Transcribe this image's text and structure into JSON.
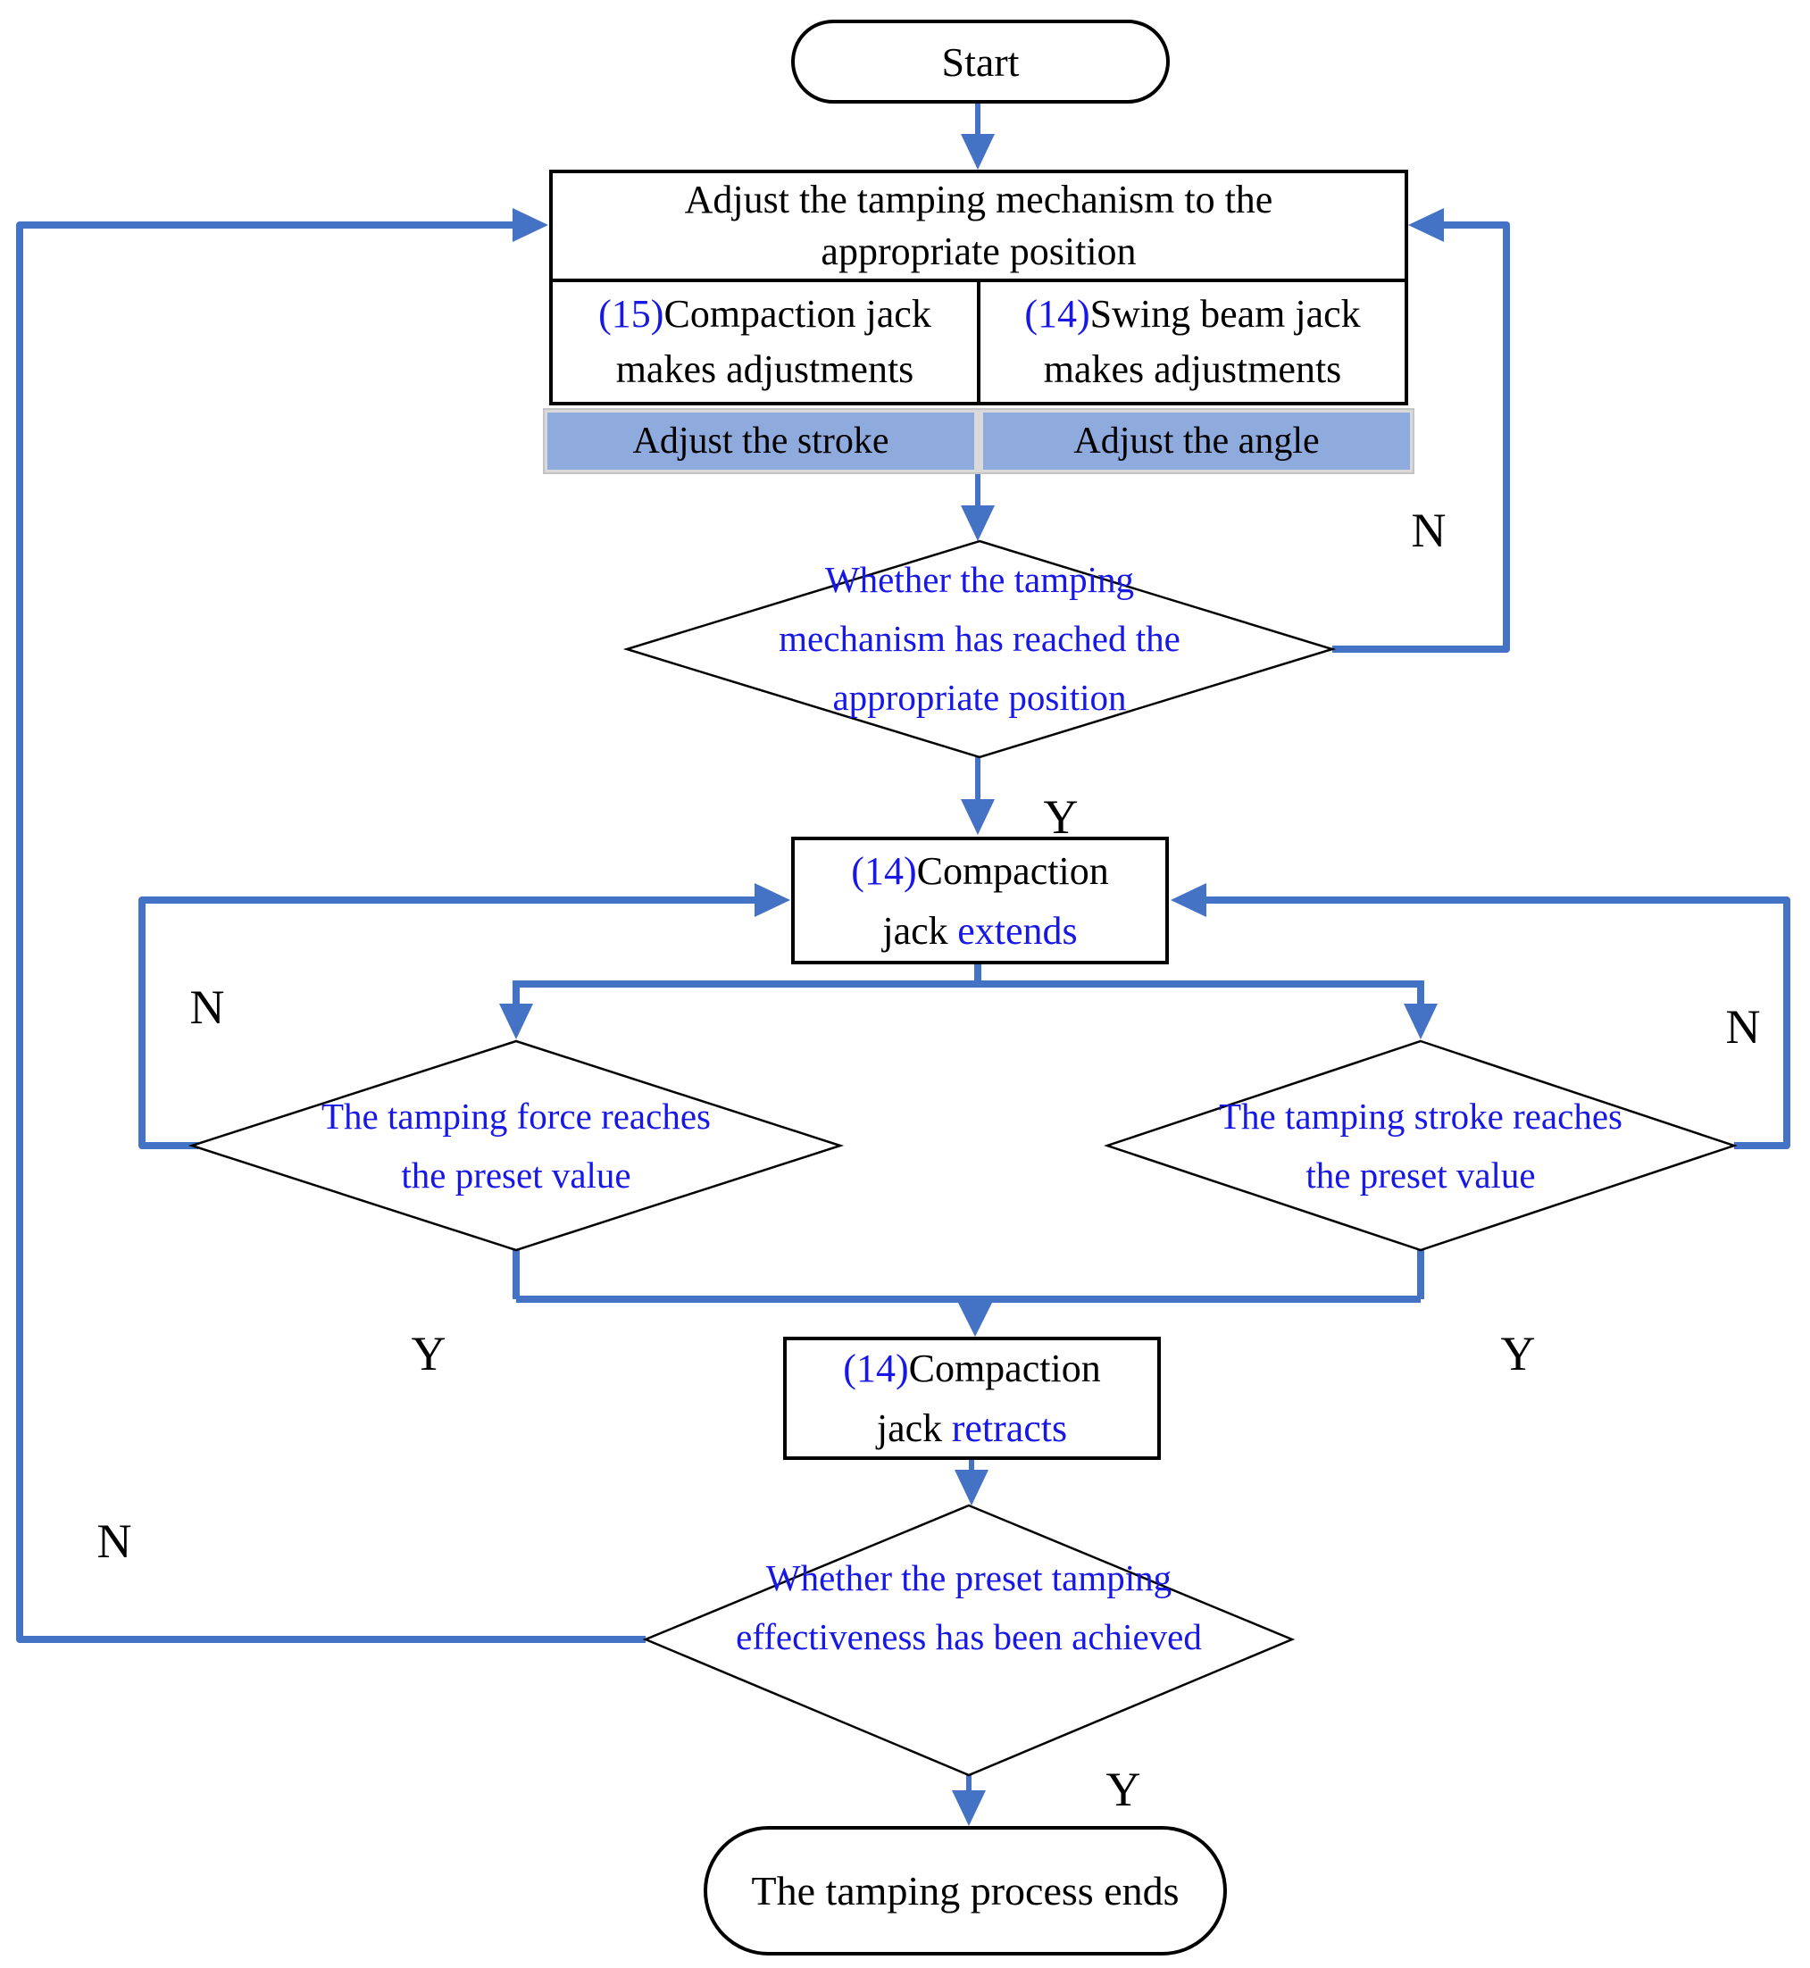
{
  "colors": {
    "connector_blue": "#4472C4",
    "node_border": "#000000",
    "decision_text_blue": "#1717E6",
    "table_shade_fill": "#8FAADC"
  },
  "nodes": {
    "start": {
      "label": "Start"
    },
    "adjust_position": {
      "title_line1": "Adjust the tamping mechanism to the",
      "title_line2": "appropriate position",
      "compaction_cell": {
        "ref": "(15)",
        "line1": "Compaction jack",
        "line2": "makes adjustments"
      },
      "swing_cell": {
        "ref": "(14)",
        "line1": "Swing beam jack",
        "line2": "makes adjustments"
      },
      "stroke_cell": "Adjust the stroke",
      "angle_cell": "Adjust the angle"
    },
    "reach_position_decision": {
      "line1": "Whether the tamping",
      "line2": "mechanism has reached the",
      "line3": "appropriate position"
    },
    "jack_extends": {
      "ref": "(14)",
      "line1_rest": "Compaction",
      "line2_black": "jack",
      "line2_blue": "extends"
    },
    "force_decision": {
      "line1": "The tamping force reaches",
      "line2": "the preset value"
    },
    "stroke_decision": {
      "line1": "The tamping stroke reaches",
      "line2": "the preset value"
    },
    "jack_retracts": {
      "ref": "(14)",
      "line1_rest": "Compaction",
      "line2_black": "jack",
      "line2_blue": "retracts"
    },
    "effectiveness_decision": {
      "line1": "Whether the preset tamping",
      "line2": "effectiveness has been achieved"
    },
    "end": {
      "label": "The tamping process ends"
    }
  },
  "edge_labels": {
    "yes": "Y",
    "no": "N"
  }
}
